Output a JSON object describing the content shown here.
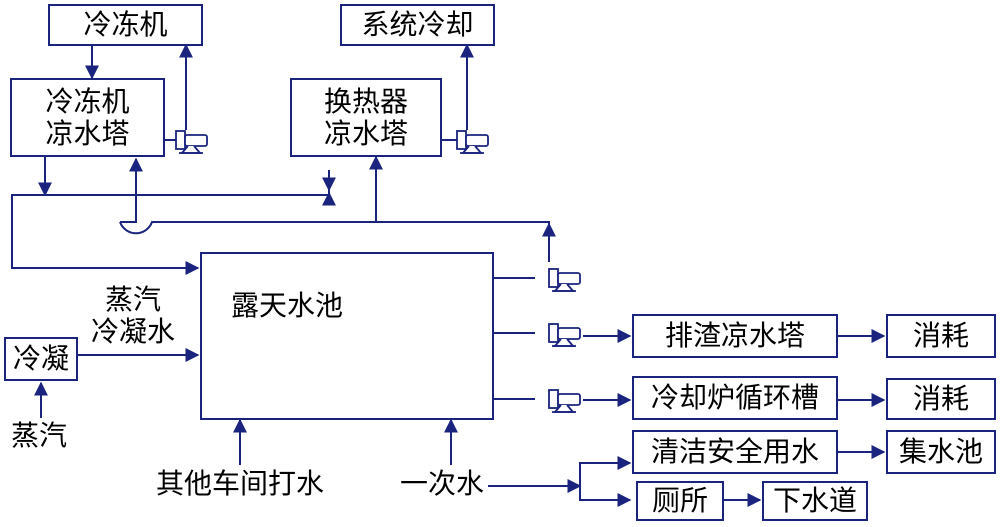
{
  "boxes": {
    "chiller": "冷冻机",
    "system_cooling": "系统冷却",
    "chiller_tower": "冷冻机\n凉水塔",
    "hx_tower": "换热器\n凉水塔",
    "pool": "露天水池",
    "condense": "冷凝",
    "slag_tower": "排渣凉水塔",
    "consume1": "消耗",
    "furnace_tank": "冷却炉循环槽",
    "consume2": "消耗",
    "clean_water": "清洁安全用水",
    "sump": "集水池",
    "toilet": "厕所",
    "sewer": "下水道"
  },
  "labels": {
    "steam_condensate": "蒸汽\n冷凝水",
    "steam": "蒸汽",
    "other_workshop": "其他车间打水",
    "primary_water": "一次水"
  },
  "colors": {
    "line": "#1a237e",
    "box_border": "#1a237e"
  }
}
